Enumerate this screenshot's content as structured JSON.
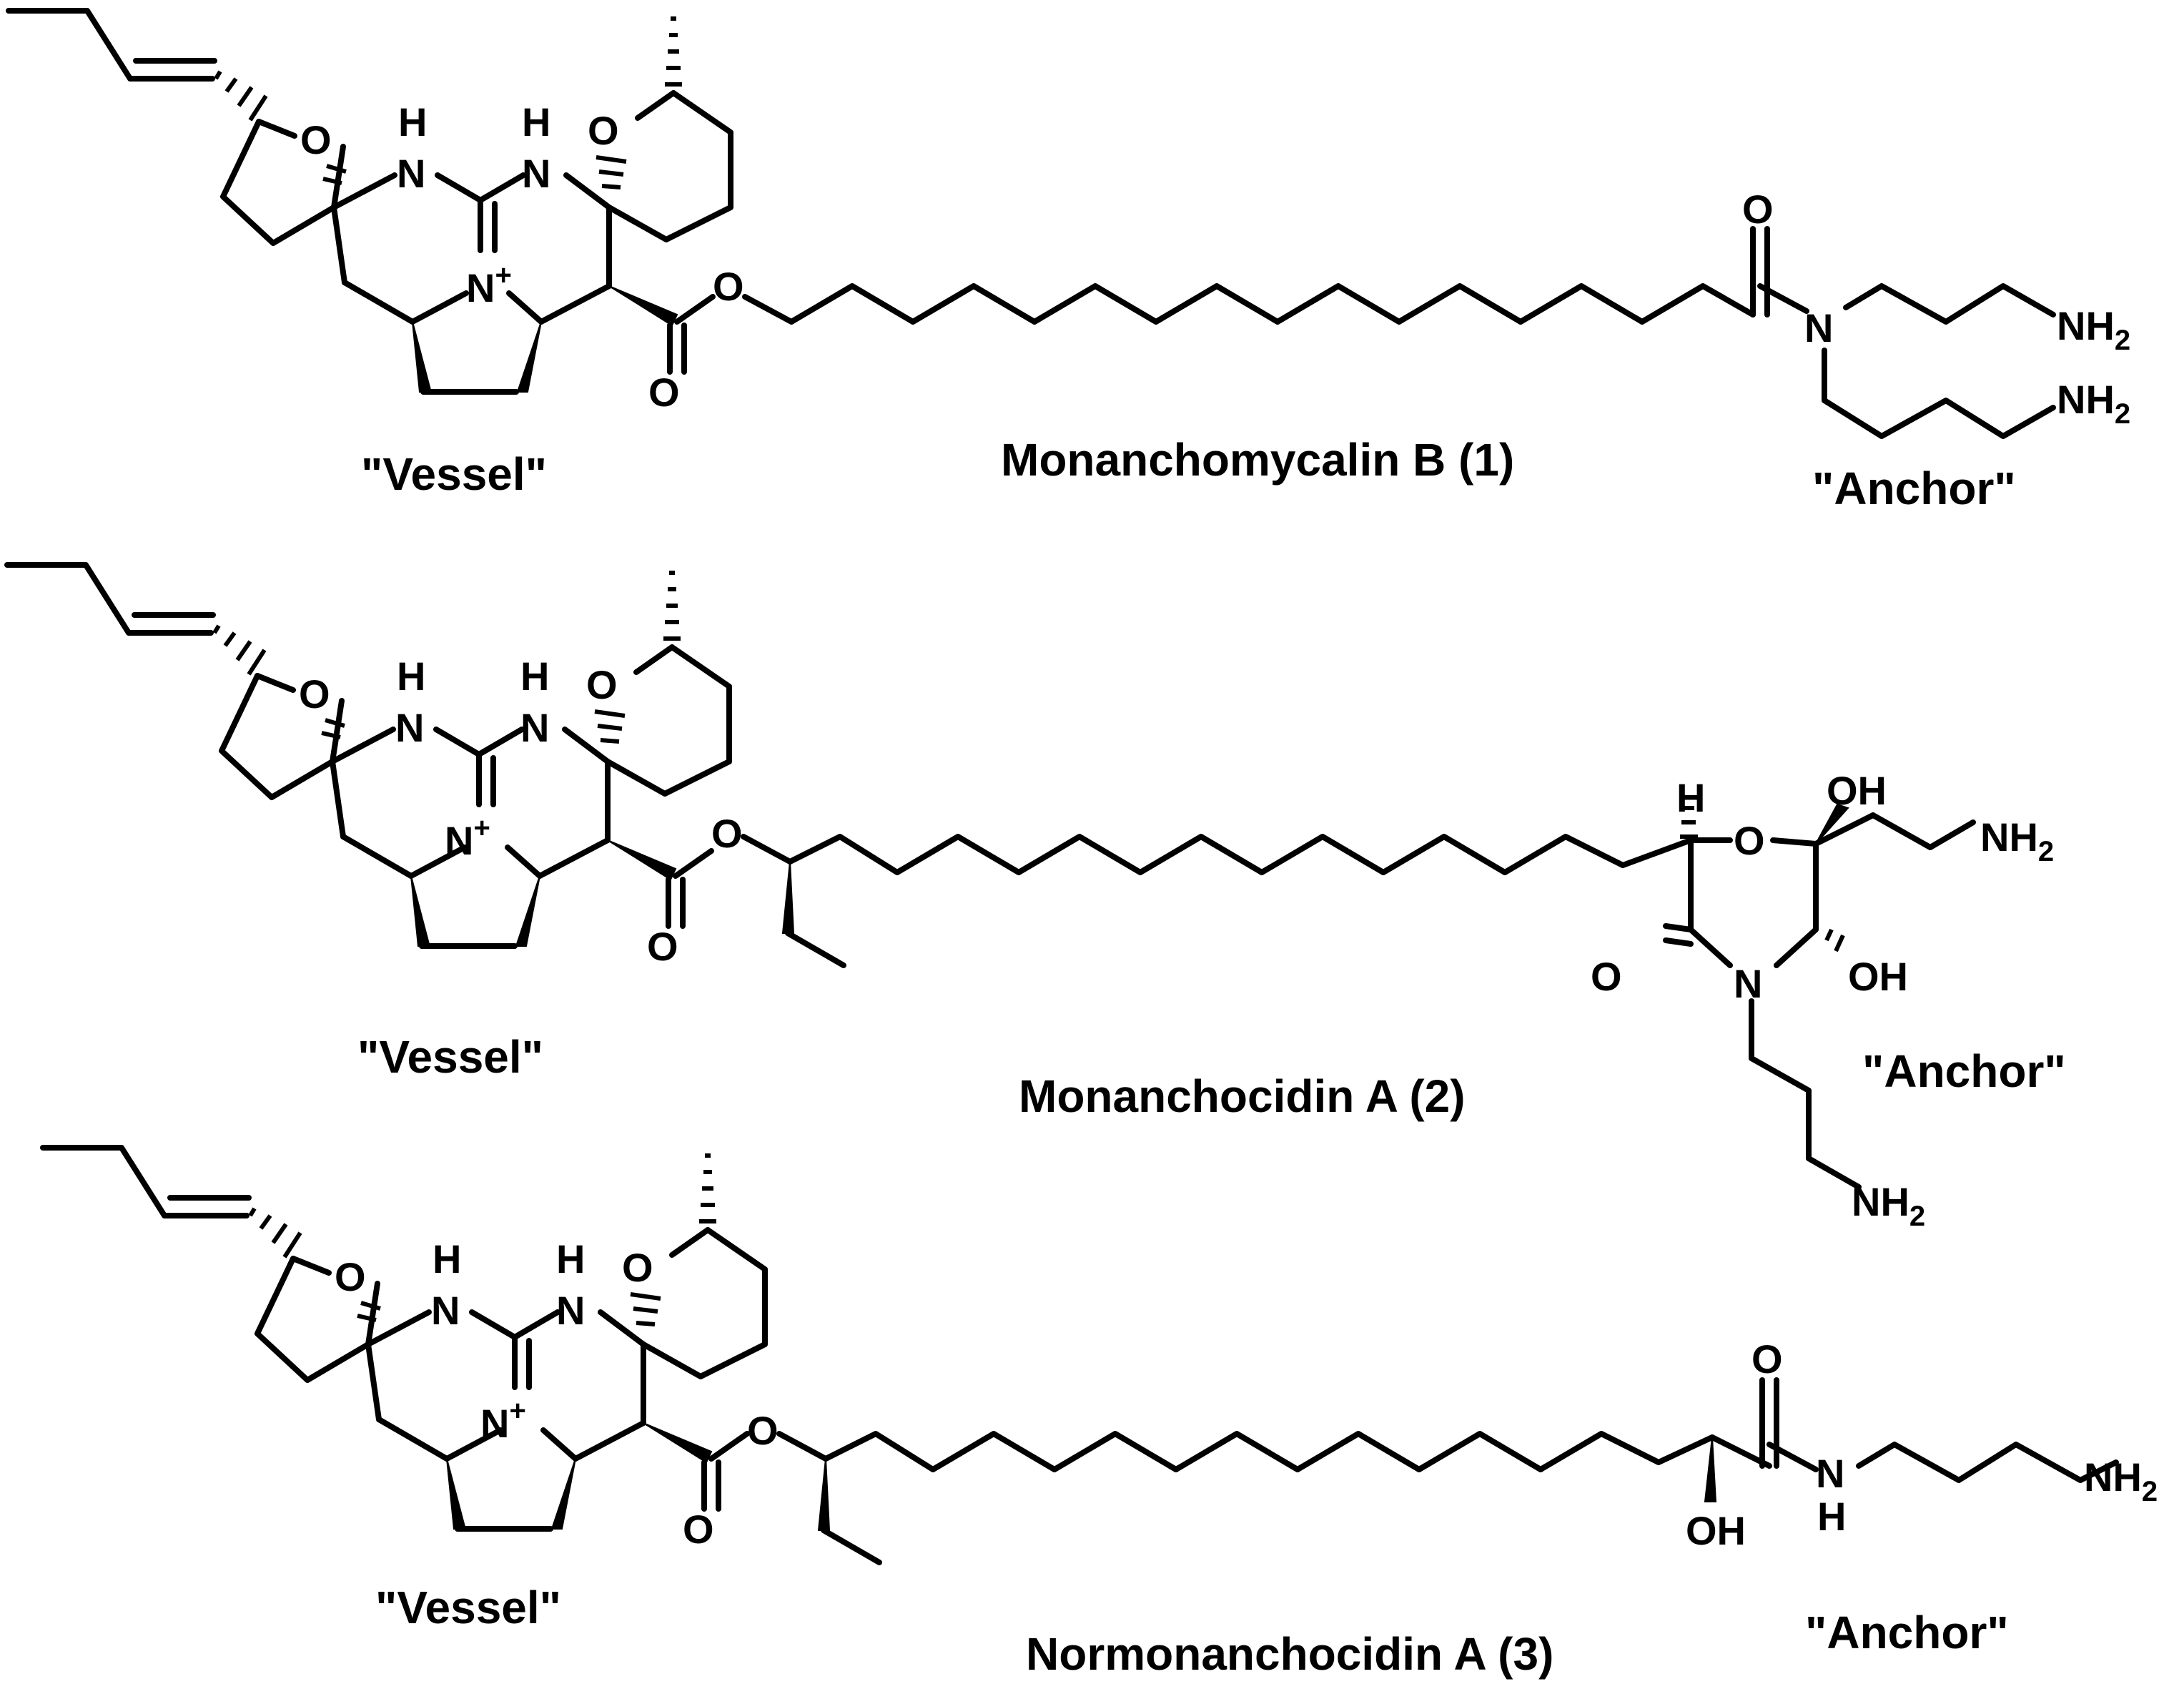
{
  "compounds": [
    {
      "name": "Monanchomycalin B (1)",
      "vessel_label": "\"Vessel\"",
      "anchor_label": "\"Anchor\""
    },
    {
      "name": "Monanchocidin A (2)",
      "vessel_label": "\"Vessel\"",
      "anchor_label": "\"Anchor\""
    },
    {
      "name": "Normonanchocidin A (3)",
      "vessel_label": "\"Vessel\"",
      "anchor_label": "\"Anchor\""
    }
  ],
  "atoms": {
    "O": "O",
    "H": "H",
    "N": "N",
    "N_plus": "N",
    "plus": "+",
    "NH": "NH",
    "NH2": "NH",
    "sub2": "2",
    "OH": "OH"
  }
}
